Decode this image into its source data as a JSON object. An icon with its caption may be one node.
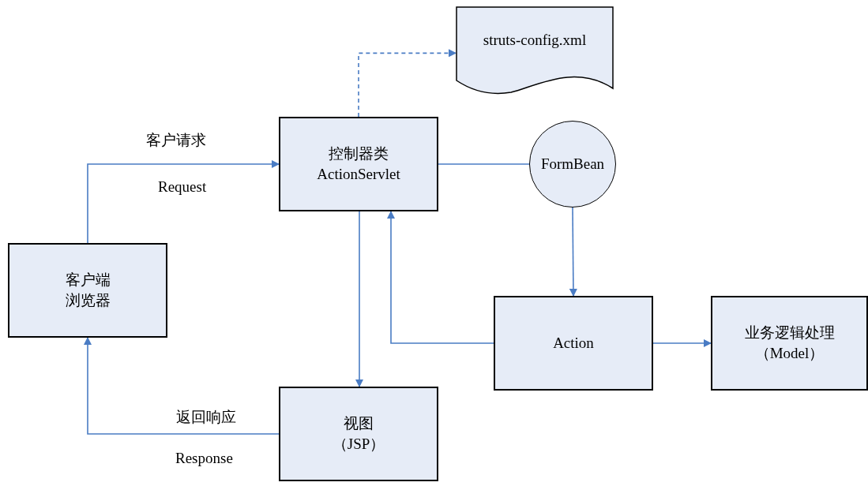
{
  "diagram": {
    "nodes": [
      {
        "text": [
          "客户端",
          "浏览器"
        ]
      },
      {
        "text": [
          "控制器类",
          "ActionServlet"
        ]
      },
      {
        "text": [
          "struts-config.xml"
        ]
      },
      {
        "text": [
          "FormBean"
        ]
      },
      {
        "text": [
          "Action"
        ]
      },
      {
        "text": [
          "业务逻辑处理",
          "（Model）"
        ]
      },
      {
        "text": [
          "视图",
          "（JSP）"
        ]
      }
    ],
    "edges": [
      {
        "from": 0,
        "to": 1,
        "arrow": "to",
        "label": "客户请求"
      },
      {
        "from": 1,
        "to": 2,
        "arrow": "to",
        "style": "dashed"
      },
      {
        "from": 1,
        "to": 3,
        "arrow": "none"
      },
      {
        "from": 3,
        "to": 4,
        "arrow": "to"
      },
      {
        "from": 4,
        "to": 1,
        "arrow": "to"
      },
      {
        "from": 1,
        "to": 6,
        "arrow": "to"
      },
      {
        "from": 4,
        "to": 5,
        "arrow": "to"
      },
      {
        "from": 6,
        "to": 0,
        "arrow": "to",
        "label": "返回响应"
      }
    ],
    "labels": [
      "Request",
      "Response"
    ]
  }
}
